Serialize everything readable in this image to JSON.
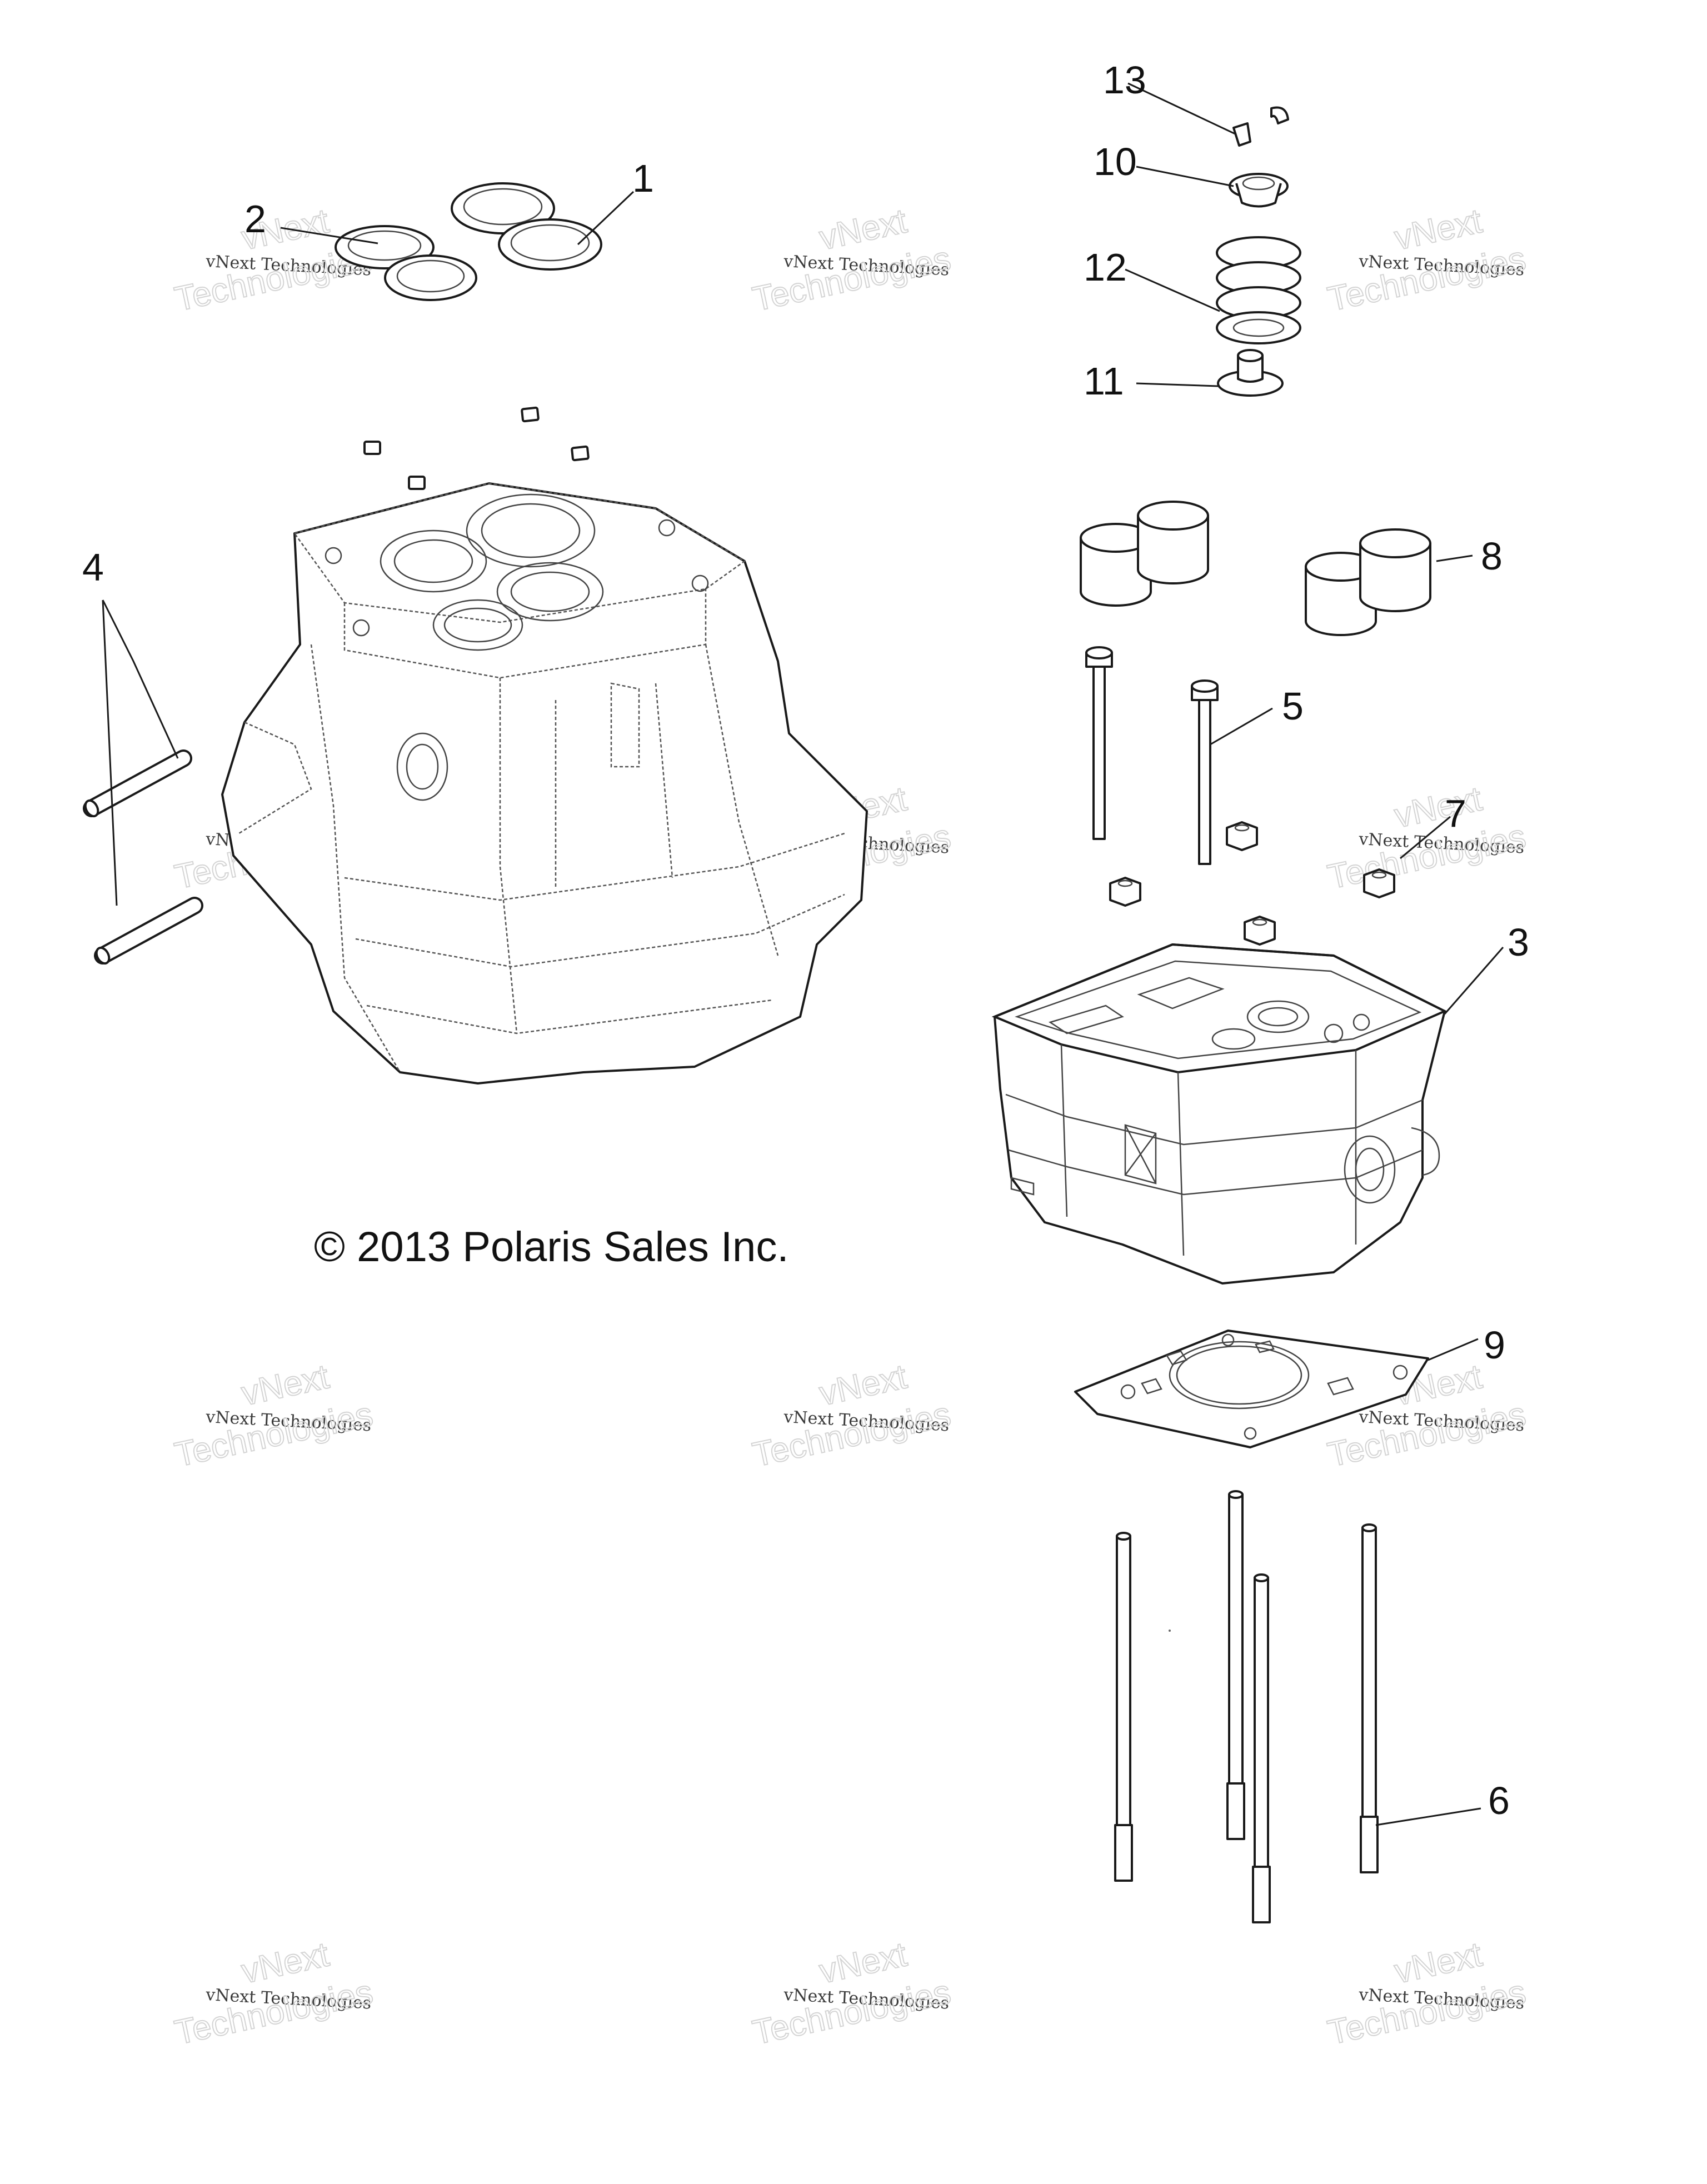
{
  "copyright": "© 2013 Polaris Sales Inc.",
  "watermark": {
    "line1": "vNext",
    "line2": "vNext Technologies",
    "line3": "Technologies"
  },
  "callouts": [
    "1",
    "2",
    "3",
    "4",
    "5",
    "6",
    "7",
    "8",
    "9",
    "10",
    "11",
    "12",
    "13"
  ]
}
